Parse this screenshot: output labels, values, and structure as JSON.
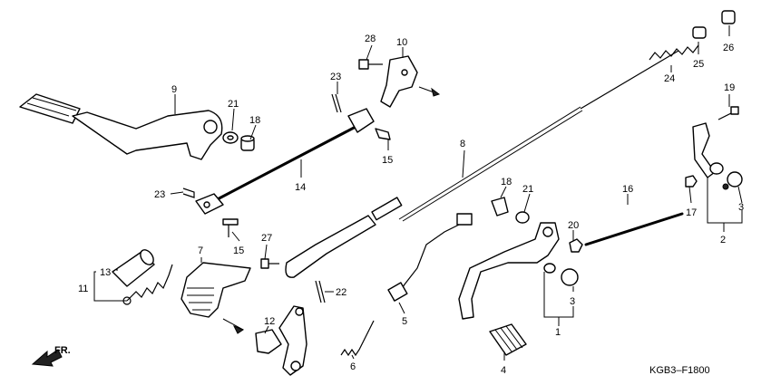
{
  "diagram": {
    "code": "KGB3–F1800",
    "fr_label": "FR.",
    "callouts": [
      "1",
      "2",
      "3",
      "3",
      "4",
      "5",
      "6",
      "7",
      "8",
      "9",
      "10",
      "11",
      "12",
      "13",
      "14",
      "15",
      "15",
      "16",
      "17",
      "18",
      "18",
      "19",
      "20",
      "21",
      "21",
      "22",
      "23",
      "23",
      "24",
      "25",
      "26",
      "27",
      "28"
    ]
  }
}
